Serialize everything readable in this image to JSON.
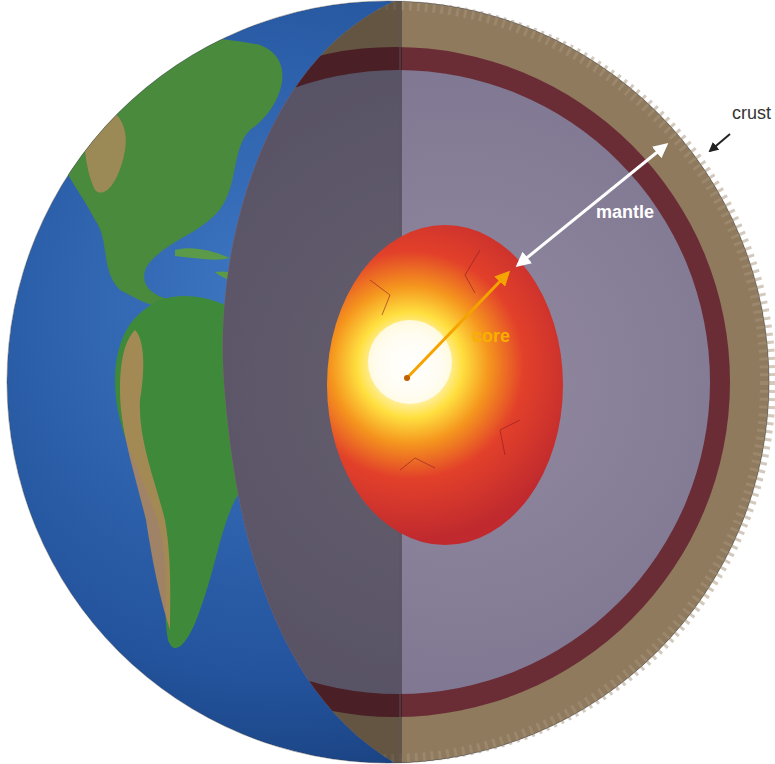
{
  "diagram": {
    "labels": [
      "crust",
      "mantle",
      "core"
    ]
  }
}
